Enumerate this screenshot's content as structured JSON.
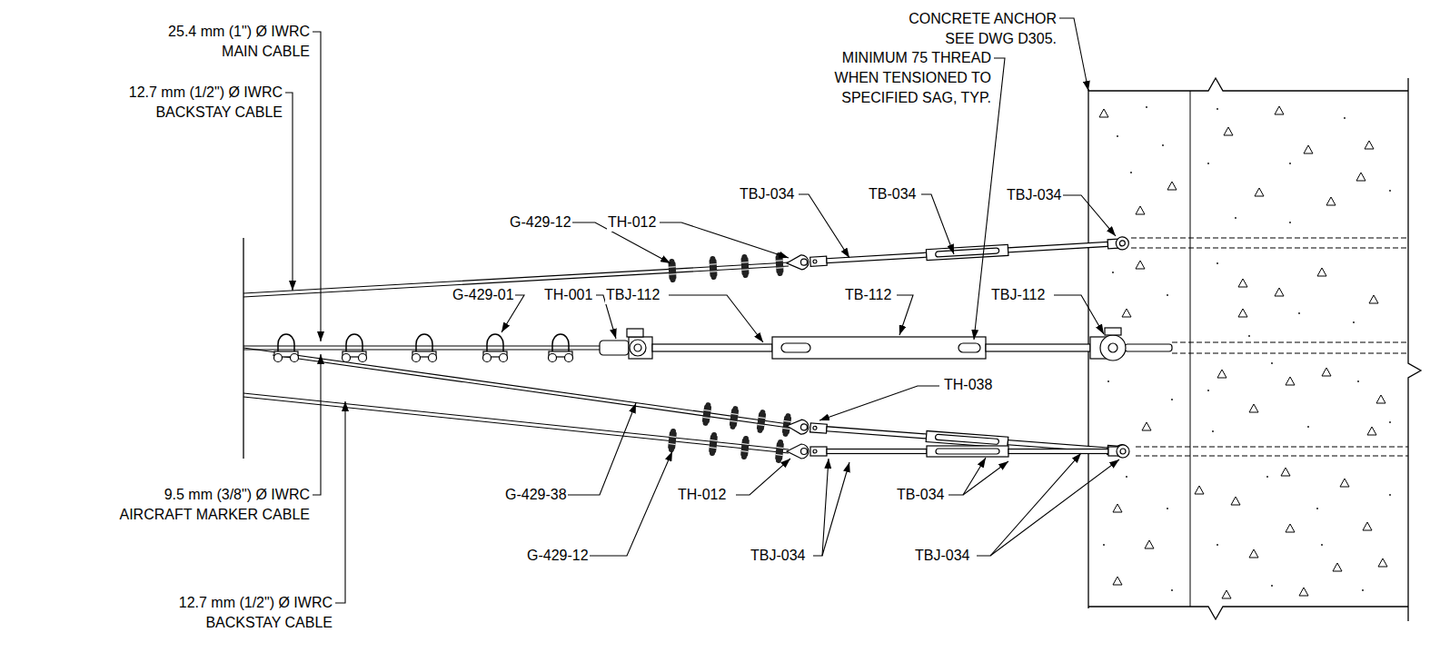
{
  "diagram": {
    "labels": [
      "CONCRETE ANCHOR SEE DWG D305.",
      "MINIMUM 75 THREAD WHEN TENSIONED TO SPECIFIED SAG, TYP.",
      "25.4 mm (1\") Ø IWRC MAIN CABLE",
      "12.7 mm (1/2\") Ø IWRC BACKSTAY CABLE",
      "TBJ-034",
      "TB-034",
      "TBJ-034",
      "G-429-12",
      "TH-012",
      "G-429-01",
      "TH-001",
      "TBJ-112",
      "TB-112",
      "TBJ-112",
      "TH-038",
      "9.5 mm (3/8\") Ø IWRC AIRCRAFT MARKER CABLE",
      "G-429-38",
      "TH-012",
      "TB-034",
      "G-429-12",
      "TBJ-034",
      "TBJ-034",
      "12.7 mm (1/2\") Ø IWRC BACKSTAY CABLE"
    ]
  }
}
